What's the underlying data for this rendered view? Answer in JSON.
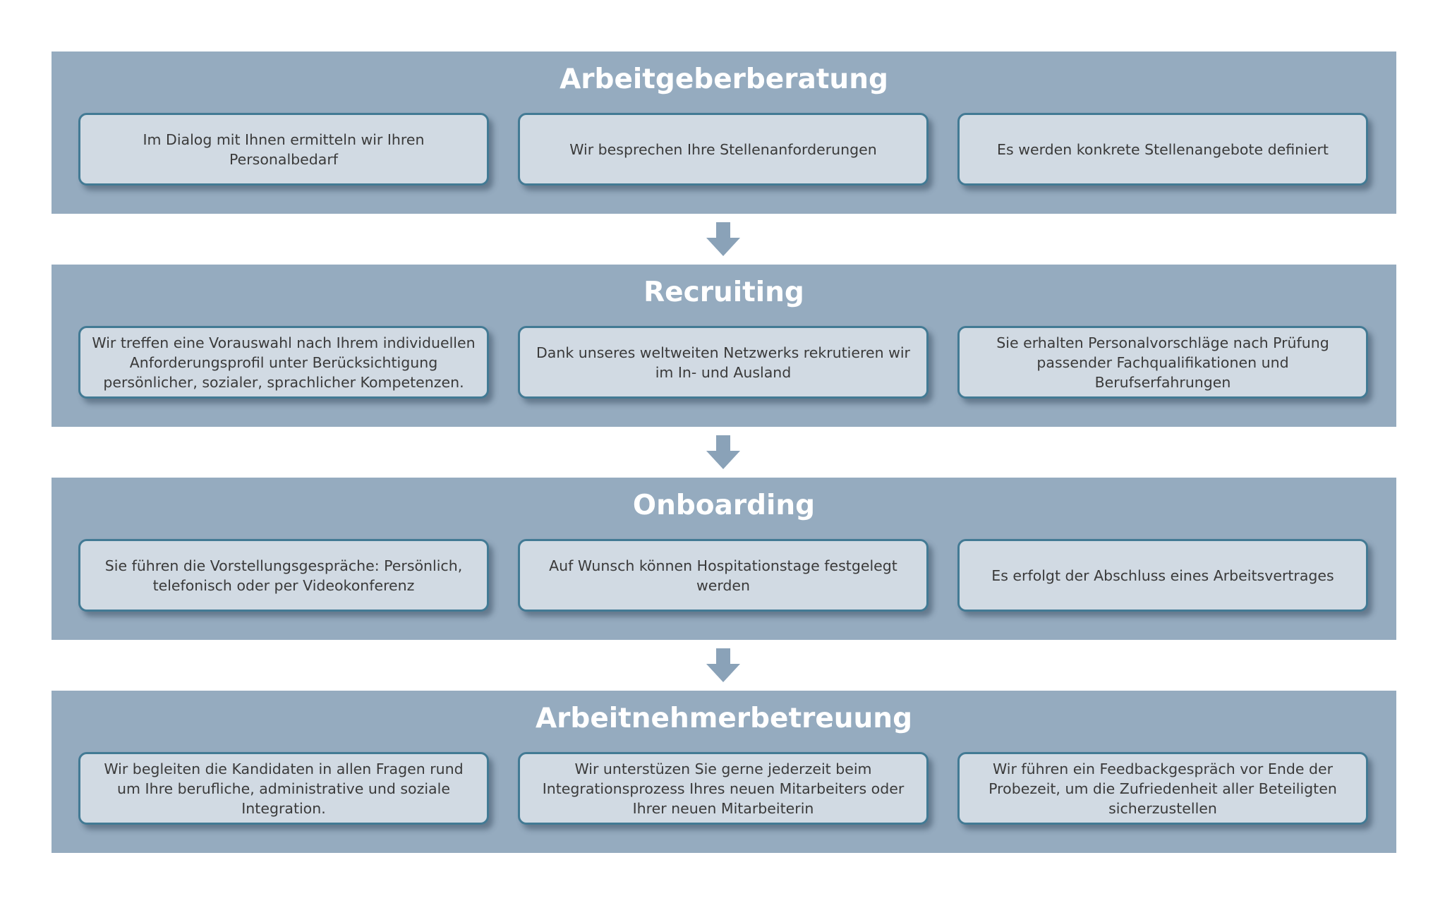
{
  "stages": [
    {
      "title": "Arbeitgeberberatung",
      "steps": [
        "Im Dialog mit Ihnen ermitteln wir Ihren Personalbedarf",
        "Wir besprechen Ihre Stellenanforderungen",
        "Es werden konkrete Stellenangebote definiert"
      ]
    },
    {
      "title": "Recruiting",
      "steps": [
        "Wir treffen eine Vorauswahl nach Ihrem individuellen Anforderungsprofil unter Berücksichtigung persönlicher, sozialer, sprachlicher Kompetenzen.",
        "Dank unseres weltweiten Netzwerks rekrutieren wir im In- und Ausland",
        "Sie erhalten Personalvorschläge nach Prüfung passender Fachqualifikationen und Berufserfahrungen"
      ]
    },
    {
      "title": "Onboarding",
      "steps": [
        "Sie führen die Vorstellungsgespräche: Persönlich, telefonisch oder per Videokonferenz",
        "Auf Wunsch können Hospitationstage festgelegt werden",
        "Es erfolgt der Abschluss eines Arbeitsvertrages"
      ]
    },
    {
      "title": "Arbeitnehmerbetreuung",
      "steps": [
        "Wir begleiten die Kandidaten in allen Fragen rund um Ihre berufliche, administrative und soziale Integration.",
        "Wir unterstüzen Sie gerne jederzeit beim Integrationsprozess Ihres neuen Mitarbeiters oder Ihrer neuen Mitarbeiterin",
        "Wir führen ein Feedbackgespräch vor Ende der Probezeit, um die Zufriedenheit aller Beteiligten sicherzustellen"
      ]
    }
  ],
  "colors": {
    "stage_background": "#95abbf",
    "step_background": "#d1dae3",
    "step_border": "#427a94",
    "arrow": "#8aa2b8",
    "title_text": "#ffffff",
    "step_text": "#3a3a3a"
  },
  "icons": {
    "connector": "down-arrow-icon"
  }
}
